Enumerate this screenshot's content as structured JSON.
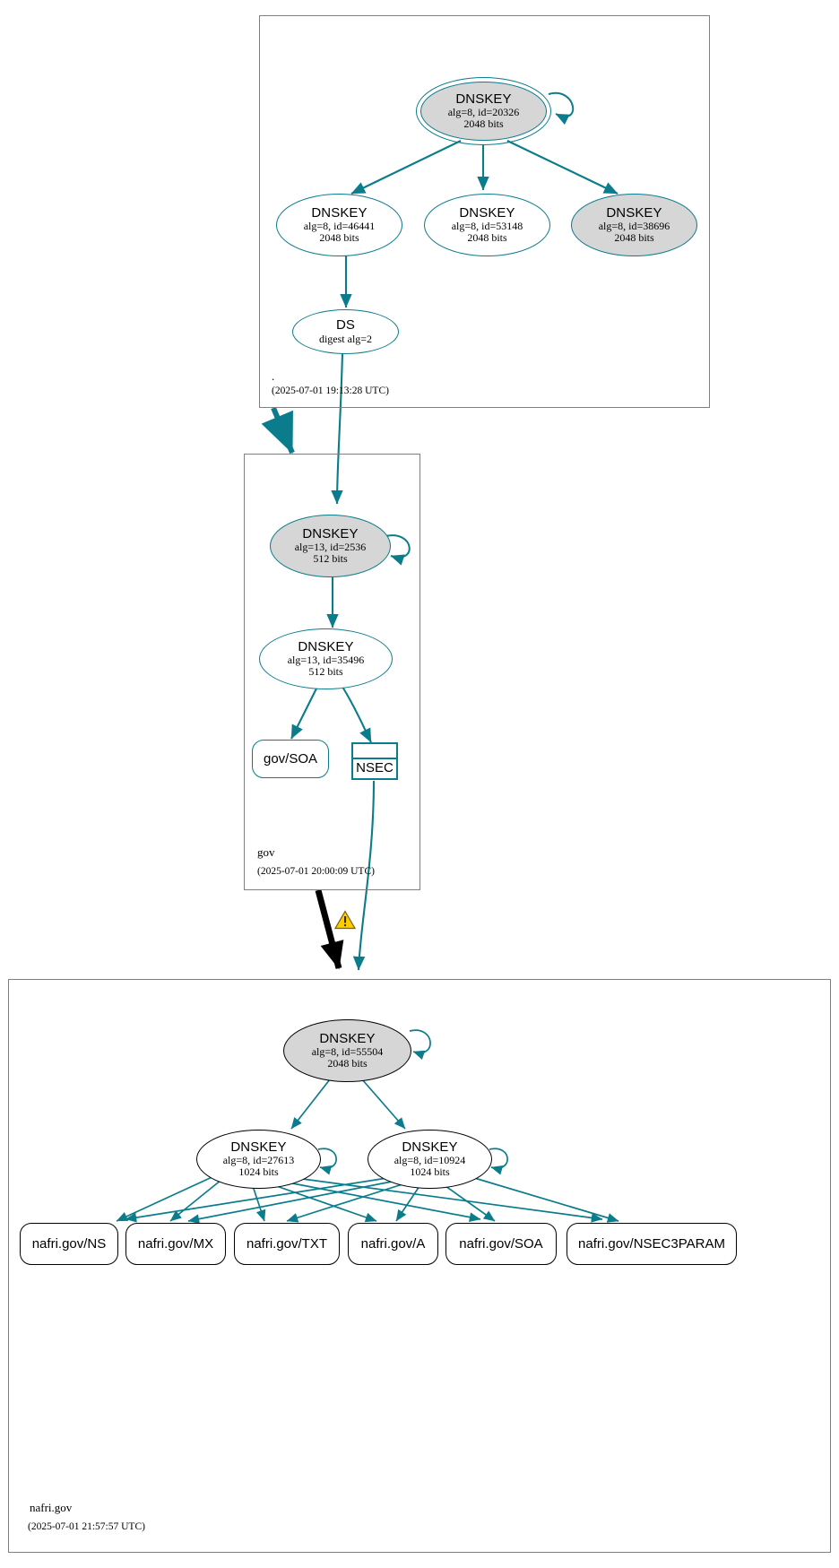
{
  "diagram": {
    "type": "dnssec-authentication-chain",
    "accent_color": "#0a7c8c",
    "secure_fill": "#d6d6d6",
    "zone_border_color": "#808080",
    "insecure_border_color": "#000000",
    "warning_color": "#ffcc00"
  },
  "zones": [
    {
      "id": "root",
      "label": ".",
      "timestamp": "(2025-07-01 19:13:28 UTC)",
      "nodes": [
        {
          "id": "root-ksh-20326",
          "kind": "DNSKEY",
          "title": "DNSKEY",
          "params": "alg=8, id=20326",
          "size": "2048 bits",
          "shape": "doublecircle",
          "fill": "#d6d6d6",
          "border": "#0a7c8c",
          "self_sign": true
        },
        {
          "id": "root-zsk-46441",
          "kind": "DNSKEY",
          "title": "DNSKEY",
          "params": "alg=8, id=46441",
          "size": "2048 bits",
          "shape": "ellipse",
          "fill": "#ffffff",
          "border": "#0a7c8c",
          "self_sign": false
        },
        {
          "id": "root-zsk-53148",
          "kind": "DNSKEY",
          "title": "DNSKEY",
          "params": "alg=8, id=53148",
          "size": "2048 bits",
          "shape": "ellipse",
          "fill": "#ffffff",
          "border": "#0a7c8c",
          "self_sign": false
        },
        {
          "id": "root-ksk-38696",
          "kind": "DNSKEY",
          "title": "DNSKEY",
          "params": "alg=8, id=38696",
          "size": "2048 bits",
          "shape": "ellipse",
          "fill": "#d6d6d6",
          "border": "#0a7c8c",
          "self_sign": false
        },
        {
          "id": "root-ds",
          "kind": "DS",
          "title": "DS",
          "params": "digest alg=2",
          "size": "",
          "shape": "ellipse",
          "fill": "#ffffff",
          "border": "#0a7c8c",
          "self_sign": false
        }
      ]
    },
    {
      "id": "gov",
      "label": "gov",
      "timestamp": "(2025-07-01 20:00:09 UTC)",
      "nodes": [
        {
          "id": "gov-ksk-2536",
          "kind": "DNSKEY",
          "title": "DNSKEY",
          "params": "alg=13, id=2536",
          "size": "512 bits",
          "shape": "ellipse",
          "fill": "#d6d6d6",
          "border": "#0a7c8c",
          "self_sign": true
        },
        {
          "id": "gov-zsk-35496",
          "kind": "DNSKEY",
          "title": "DNSKEY",
          "params": "alg=13, id=35496",
          "size": "512 bits",
          "shape": "ellipse",
          "fill": "#ffffff",
          "border": "#0a7c8c",
          "self_sign": false
        },
        {
          "id": "gov-soa",
          "kind": "RRSET",
          "title": "gov/SOA",
          "params": "",
          "size": "",
          "shape": "rounded-box",
          "fill": "#ffffff",
          "border": "#0a7c8c",
          "self_sign": false
        },
        {
          "id": "gov-nsec",
          "kind": "NSEC",
          "title": "NSEC",
          "params": "",
          "size": "",
          "shape": "double-box",
          "fill": "#ffffff",
          "border": "#0a7c8c",
          "self_sign": false
        }
      ]
    },
    {
      "id": "nafri-gov",
      "label": "nafri.gov",
      "timestamp": "(2025-07-01 21:57:57 UTC)",
      "nodes": [
        {
          "id": "nafri-ksk-55504",
          "kind": "DNSKEY",
          "title": "DNSKEY",
          "params": "alg=8, id=55504",
          "size": "2048 bits",
          "shape": "ellipse",
          "fill": "#d6d6d6",
          "border": "#000000",
          "self_sign": true
        },
        {
          "id": "nafri-zsk-27613",
          "kind": "DNSKEY",
          "title": "DNSKEY",
          "params": "alg=8, id=27613",
          "size": "1024 bits",
          "shape": "ellipse",
          "fill": "#ffffff",
          "border": "#000000",
          "self_sign": true
        },
        {
          "id": "nafri-zsk-10924",
          "kind": "DNSKEY",
          "title": "DNSKEY",
          "params": "alg=8, id=10924",
          "size": "1024 bits",
          "shape": "ellipse",
          "fill": "#ffffff",
          "border": "#000000",
          "self_sign": true
        }
      ],
      "rrsets": [
        {
          "id": "rr-ns",
          "label": "nafri.gov/NS"
        },
        {
          "id": "rr-mx",
          "label": "nafri.gov/MX"
        },
        {
          "id": "rr-txt",
          "label": "nafri.gov/TXT"
        },
        {
          "id": "rr-a",
          "label": "nafri.gov/A"
        },
        {
          "id": "rr-soa",
          "label": "nafri.gov/SOA"
        },
        {
          "id": "rr-nsec3param",
          "label": "nafri.gov/NSEC3PARAM"
        }
      ]
    }
  ],
  "delegations": [
    {
      "id": "root-to-gov",
      "from": ".",
      "to": "gov",
      "status": "secure",
      "warning": false
    },
    {
      "id": "gov-to-nafri",
      "from": "gov",
      "to": "nafri.gov",
      "status": "insecure",
      "warning": true
    }
  ],
  "warning": {
    "id": "delegation-warning",
    "glyph": "!",
    "color": "#ffcc00"
  }
}
